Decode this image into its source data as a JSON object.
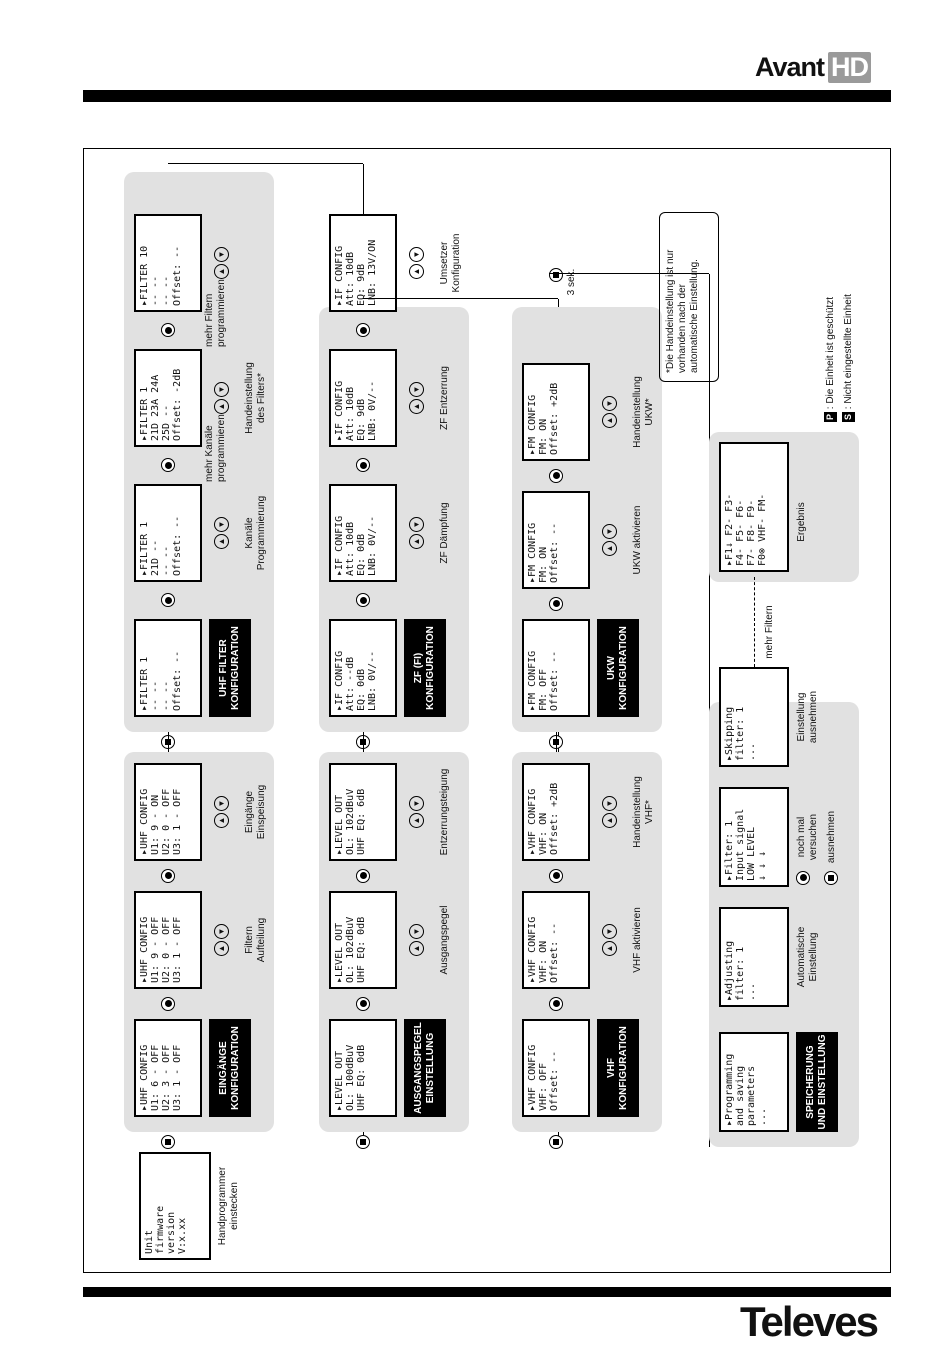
{
  "header": {
    "brand": "Avant",
    "brand_hd": "HD",
    "footer_logo": "Televes"
  },
  "start": {
    "screen": [
      "Unit",
      "firmware",
      "version",
      "V:x.xx"
    ],
    "caption": "Handprogrammer\neinstecken"
  },
  "rows": [
    {
      "tag": "EINGÄNGE\nKONFIGURATION",
      "screens": [
        [
          "UHF CONFIG",
          "U1: 6 - OFF",
          "U2: 3 - OFF",
          "U3: 1 - OFF"
        ],
        [
          "UHF CONFIG",
          "U1: 9 - OFF",
          "U2: 0 - OFF",
          "U3: 1 - OFF"
        ],
        [
          "UHF CONFIG",
          "U1: 9 - ON",
          "U2: 0 - OFF",
          "U3: 1 - OFF"
        ]
      ],
      "captions": [
        "",
        "Filtern\nAufteilung",
        "Eingänge\nEinspeisung"
      ]
    },
    {
      "tag": "UHF FILTER\nKONFIGURATION",
      "screens": [
        [
          "FILTER 1",
          "-- --",
          "-- --",
          "Offset: --"
        ],
        [
          "FILTER 1",
          "21D --",
          "-- --",
          "Offset: --"
        ],
        [
          "FILTER 1",
          "21D 23A 24A",
          "25D --",
          "Offset: -2dB"
        ],
        [
          "FILTER 10",
          "-- --",
          "-- --",
          "Offset: --"
        ]
      ],
      "captions": [
        "",
        "Kanäle\nProgrammierung",
        "Handeinstellung\ndes Filters*",
        ""
      ],
      "between": [
        "",
        "mehr Kanäle\nprogrammieren",
        "mehr Filtern\nprogrammieren"
      ]
    },
    {
      "tag": "AUSGANGSPEGEL\nEINSTELLUNG",
      "screens": [
        [
          "LEVEL OUT",
          "",
          "OL: 100dBuV",
          "UHF EQ: 0dB"
        ],
        [
          "LEVEL OUT",
          "",
          "OL: 102dBuV",
          "UHF EQ: 0dB"
        ],
        [
          "LEVEL OUT",
          "",
          "OL: 102dBuV",
          "UHF EQ: 6dB"
        ]
      ],
      "captions": [
        "",
        "Ausgangspegel",
        "Entzerrungsteigung"
      ]
    },
    {
      "tag": "ZF (FI)\nKONFIGURATION",
      "screens": [
        [
          "IF CONFIG",
          "Att: --dB",
          "EQ: 0dB",
          "LNB: 0V/--"
        ],
        [
          "IF CONFIG",
          "Att: 10dB",
          "EQ: 0dB",
          "LNB: 0V/--"
        ],
        [
          "IF CONFIG",
          "Att: 10dB",
          "EQ: 9dB",
          "LNB: 0V/--"
        ],
        [
          "IF CONFIG",
          "Att: 10dB",
          "EQ: 9dB",
          "LNB: 13V/ON"
        ]
      ],
      "captions": [
        "",
        "ZF Dämpfung",
        "ZF Entzerrung",
        "Umsetzer\nKonfiguration"
      ]
    },
    {
      "tag": "VHF\nKONFIGURATION",
      "screens": [
        [
          "VHF CONFIG",
          "",
          "VHF: OFF",
          "Offset: --"
        ],
        [
          "VHF CONFIG",
          "",
          "VHF: ON",
          "Offset: --"
        ],
        [
          "VHF CONFIG",
          "",
          "VHF: ON",
          "Offset: +2dB"
        ]
      ],
      "captions": [
        "",
        "VHF aktivieren",
        "Handeinstellung\nVHF*"
      ]
    },
    {
      "tag": "UKW\nKONFIGURATION",
      "screens": [
        [
          "FM CONFIG",
          "",
          "FM: OFF",
          "Offset: --"
        ],
        [
          "FM CONFIG",
          "",
          "FM: ON",
          "Offset: --"
        ],
        [
          "FM CONFIG",
          "",
          "FM: ON",
          "Offset: +2dB"
        ]
      ],
      "captions": [
        "",
        "UKW aktivieren",
        "Handeinstellung\nUKW*"
      ],
      "after": "3 sek."
    },
    {
      "tag": "SPEICHERUNG\nUND EINSTELLUNG",
      "screens": [
        [
          "Programming",
          "and saving",
          "parameters",
          "..."
        ],
        [
          "Adjusting",
          "filter: 1",
          "..."
        ],
        [
          "Filter: 1",
          "Input signal",
          "LOW LEVEL",
          "↓ ↓ ↓"
        ],
        [
          "Skipping",
          "filter: 1",
          "..."
        ],
        [
          "F1↓ F2- F3-",
          "F4- F5- F6-",
          "F7- F8- F9-",
          "F0⊗ VHF- FM-"
        ]
      ],
      "captions": [
        "",
        "Automatische\nEinstellung",
        "",
        "Einstellung\nausnehmen",
        "Ergebnis"
      ],
      "retry": "noch mal\nversuchen",
      "exclude": "ausnehmen",
      "more_filters": "mehr Filtern"
    }
  ],
  "note": "*Die Handeinstellung ist nur\nvorhanden nach der\nautomatische Einstellung.",
  "legend": [
    {
      "key": "P",
      "text": "Die Einheit ist geschützt"
    },
    {
      "key": "S",
      "text": "Nicht eingestellte Einheit"
    }
  ]
}
